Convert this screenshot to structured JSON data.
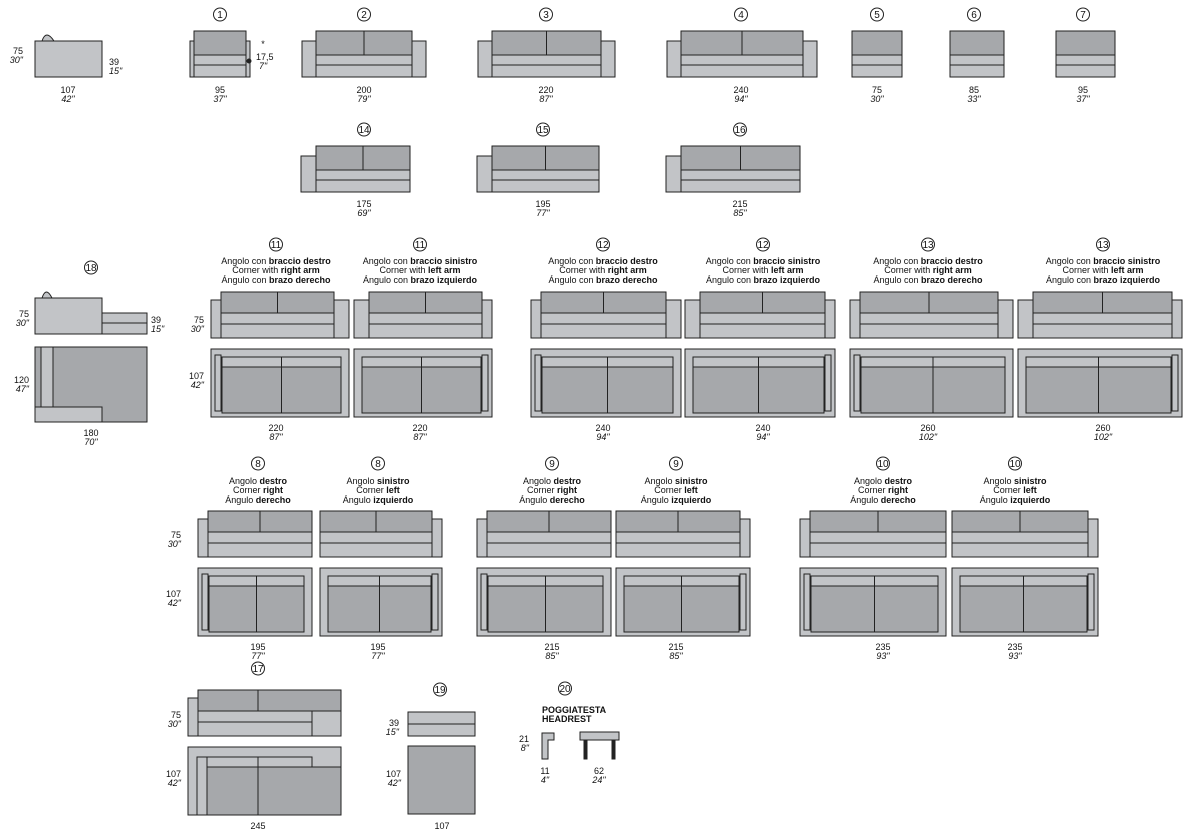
{
  "common": {
    "height_cm": "75",
    "height_in": "30\"",
    "seat_cm": "39",
    "seat_in": "15\"",
    "depth_cm": "107",
    "depth_in": "42\"",
    "asterisk": "*",
    "cushion_cm": "17,5",
    "cushion_in": "7\""
  },
  "labels": {
    "angolo": "Angolo",
    "corner": "Corner",
    "angulo": "Ángulo",
    "con": "con",
    "with": "with",
    "destro": "destro",
    "sinistro": "sinistro",
    "right": "right",
    "left": "left",
    "derecho": "derecho",
    "izquierdo": "izquierdo",
    "braccio_destro": "braccio destro",
    "braccio_sinistro": "braccio sinistro",
    "right_arm": "right arm",
    "left_arm": "left arm",
    "brazo_derecho": "brazo derecho",
    "brazo_izquierdo": "brazo izquierdo"
  },
  "side_view": {
    "depth_cm": "107",
    "depth_in": "42\""
  },
  "row1": [
    {
      "n": "1",
      "w_cm": "95",
      "w_in": "37\""
    },
    {
      "n": "2",
      "w_cm": "200",
      "w_in": "79\""
    },
    {
      "n": "3",
      "w_cm": "220",
      "w_in": "87\""
    },
    {
      "n": "4",
      "w_cm": "240",
      "w_in": "94\""
    },
    {
      "n": "5",
      "w_cm": "75",
      "w_in": "30\""
    },
    {
      "n": "6",
      "w_cm": "85",
      "w_in": "33\""
    },
    {
      "n": "7",
      "w_cm": "95",
      "w_in": "37\""
    }
  ],
  "row2": [
    {
      "n": "14",
      "w_cm": "175",
      "w_in": "69\""
    },
    {
      "n": "15",
      "w_cm": "195",
      "w_in": "77\""
    },
    {
      "n": "16",
      "w_cm": "215",
      "w_in": "85\""
    }
  ],
  "item18": {
    "n": "18",
    "d_cm": "120",
    "d_in": "47\"",
    "w_cm": "180",
    "w_in": "70\""
  },
  "row3": [
    {
      "n": "11",
      "w_cm": "220",
      "w_in": "87\""
    },
    {
      "n": "11",
      "w_cm": "220",
      "w_in": "87\""
    },
    {
      "n": "12",
      "w_cm": "240",
      "w_in": "94\""
    },
    {
      "n": "12",
      "w_cm": "240",
      "w_in": "94\""
    },
    {
      "n": "13",
      "w_cm": "260",
      "w_in": "102\""
    },
    {
      "n": "13",
      "w_cm": "260",
      "w_in": "102\""
    }
  ],
  "row4": [
    {
      "n": "8",
      "w_cm": "195",
      "w_in": "77\""
    },
    {
      "n": "8",
      "w_cm": "195",
      "w_in": "77\""
    },
    {
      "n": "9",
      "w_cm": "215",
      "w_in": "85\""
    },
    {
      "n": "9",
      "w_cm": "215",
      "w_in": "85\""
    },
    {
      "n": "10",
      "w_cm": "235",
      "w_in": "93\""
    },
    {
      "n": "10",
      "w_cm": "235",
      "w_in": "93\""
    }
  ],
  "item17": {
    "n": "17",
    "w_cm": "245"
  },
  "item19": {
    "n": "19",
    "w_cm": "107"
  },
  "item20": {
    "n": "20",
    "title_it": "POGGIATESTA",
    "title_en": "HEADREST",
    "h_cm": "21",
    "h_in": "8\"",
    "d_cm": "11",
    "d_in": "4\"",
    "w_cm": "62",
    "w_in": "24\""
  }
}
